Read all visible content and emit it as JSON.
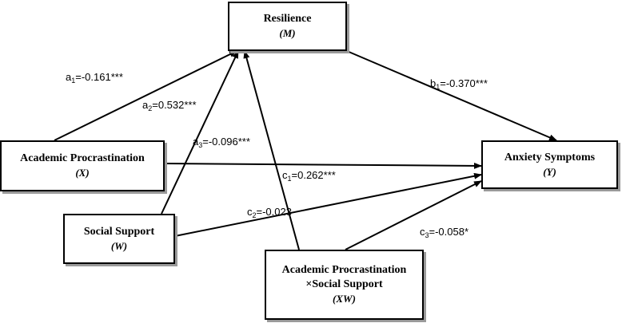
{
  "nodes": {
    "resilience": {
      "title": "Resilience",
      "symbol": "(M)"
    },
    "procrastination": {
      "title": "Academic Procrastination",
      "symbol": "(X)"
    },
    "anxiety": {
      "title": "Anxiety Symptoms",
      "symbol": "(Y)"
    },
    "social_support": {
      "title": "Social Support",
      "symbol": "(W)"
    },
    "interaction": {
      "title_line1": "Academic Procrastination",
      "title_line2": "×Social Support",
      "symbol": "(XW)"
    }
  },
  "paths": {
    "a1": {
      "letter": "a",
      "sub": "1",
      "value": "=-0.161***"
    },
    "a2": {
      "letter": "a",
      "sub": "2",
      "value": "=0.532***"
    },
    "a3": {
      "letter": "a",
      "sub": "3",
      "value": "=-0.096***"
    },
    "b1": {
      "letter": "b",
      "sub": "1",
      "value": "=-0.370***"
    },
    "c1": {
      "letter": "c",
      "sub": "1",
      "value": "=0.262***"
    },
    "c2": {
      "letter": "c",
      "sub": "2",
      "value": "=-0.023"
    },
    "c3": {
      "letter": "c",
      "sub": "3",
      "value": "=-0.058*"
    }
  }
}
